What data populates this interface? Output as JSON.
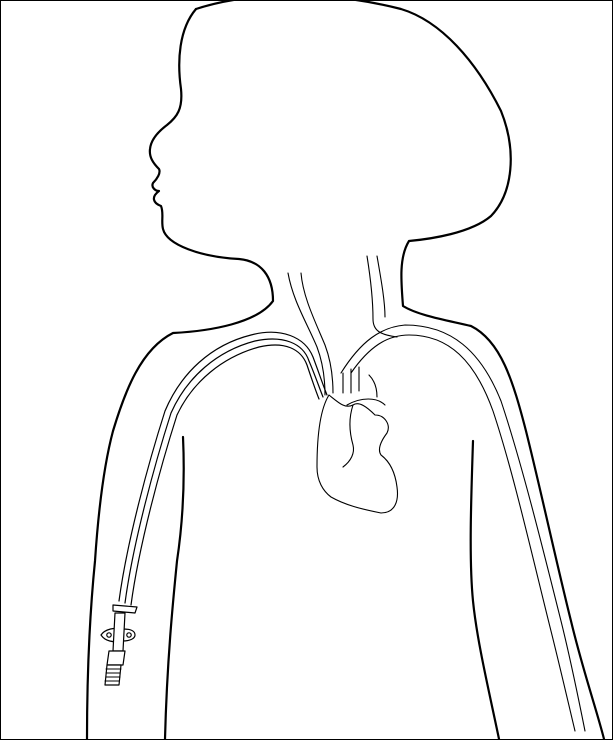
{
  "illustration": {
    "background": "#ffffff",
    "line_color": "#000000",
    "parts": [
      "child-silhouette",
      "neck-vessels",
      "heart",
      "left-arm-vein",
      "picc-catheter",
      "catheter-hub"
    ]
  }
}
